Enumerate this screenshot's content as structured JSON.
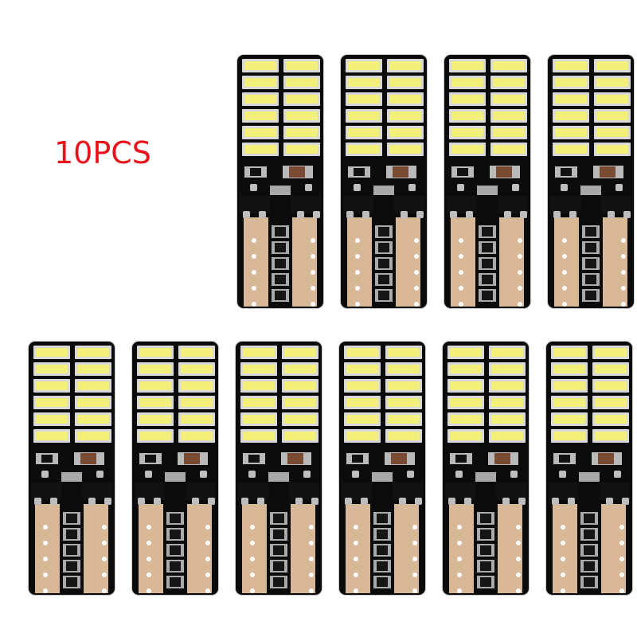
{
  "label": {
    "text": "10PCS",
    "color": "#e8141c"
  },
  "product": {
    "count": 10,
    "led_rows": 6,
    "led_cols": 2,
    "led_color": "#f2f07a",
    "pcb_color": "#0b0b0b",
    "contact_color": "#d8b896"
  }
}
